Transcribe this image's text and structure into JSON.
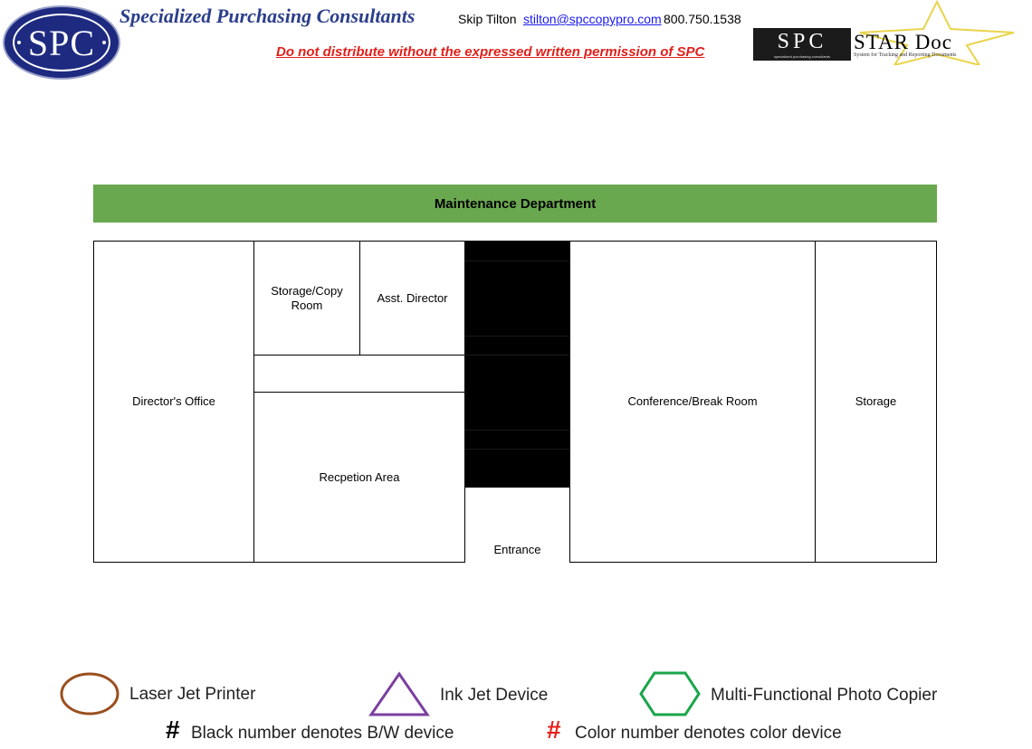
{
  "header": {
    "logo_text": "SPC",
    "company_name": "Specialized Purchasing Consultants",
    "contact_name": "Skip Tilton",
    "contact_email": "stilton@spccopypro.com",
    "contact_phone": "800.750.1538",
    "disclaimer": "Do not distribute without the expressed written permission of SPC",
    "star_doc": {
      "spc_text": "SPC",
      "spc_subtext": "specialized purchasing consultants",
      "title": "STAR Doc",
      "subtitle": "System for Tracking and Reporting Documents"
    }
  },
  "floor_plan": {
    "department": "Maintenance Department",
    "rooms": {
      "directors_office": "Director's Office",
      "storage_copy_room": "Storage/Copy Room",
      "asst_director": "Asst. Director",
      "reception_area": "Recpetion Area",
      "entrance": "Entrance",
      "conference_break_room": "Conference/Break Room",
      "storage": "Storage"
    }
  },
  "legend": {
    "laser_jet": "Laser Jet Printer",
    "ink_jet": "Ink Jet Device",
    "mfp": "Multi-Functional Photo Copier",
    "hash_symbol": "#",
    "bw_note": "Black number denotes B/W device",
    "color_note": "Color number denotes color device",
    "colors": {
      "laser_jet": "#9a4f1e",
      "ink_jet": "#7b3fa0",
      "mfp": "#1aa64a",
      "color_hash": "#e8201a",
      "department_bar": "#6aa84f"
    }
  }
}
